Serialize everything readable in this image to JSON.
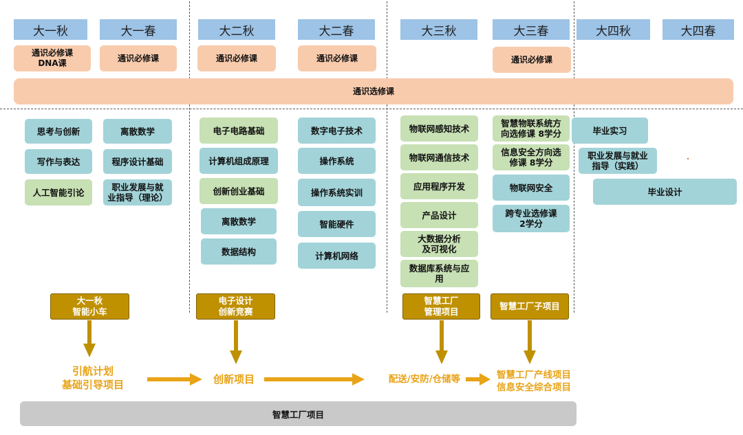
{
  "semesters": [
    "大一秋",
    "大一春",
    "大二秋",
    "大二春",
    "大三秋",
    "大三春",
    "大四秋",
    "大四春"
  ],
  "required_courses": [
    "通识必修课\nDNA课",
    "通识必修课",
    "通识必修课",
    "通识必修课",
    "通识必修课"
  ],
  "general_elective": "通识选修课",
  "courses": {
    "y1_fall": [
      "思考与创新",
      "写作与表达",
      "人工智能引论"
    ],
    "y1_spring": [
      "离散数学",
      "程序设计基础",
      "职业发展与就\n业指导（理论）"
    ],
    "y2_fall": [
      "电子电路基础",
      "计算机组成原理",
      "创新创业基础",
      "离散数学",
      "数据结构"
    ],
    "y2_spring": [
      "数字电子技术",
      "操作系统",
      "操作系统实训",
      "智能硬件",
      "计算机网络"
    ],
    "y3_fall": [
      "物联网感知技术",
      "物联网通信技术",
      "应用程序开发",
      "产品设计",
      "大数据分析\n及可视化",
      "数据库系统与应\n用"
    ],
    "y3_spring": [
      "智慧物联系统方\n向选修课 8学分",
      "信息安全方向选\n修课 8学分",
      "物联网安全",
      "跨专业选修课\n2学分"
    ],
    "y4_fall": [
      "毕业实习",
      "职业发展与就业\n指导（实践）",
      "毕业设计"
    ]
  },
  "projects": [
    "大一秋\n智能小车",
    "电子设计\n创新竞赛",
    "智慧工厂\n管理项目",
    "智慧工厂子项目"
  ],
  "flow": [
    "引航计划\n基础引导项目",
    "创新项目",
    "配送/安防/仓储等",
    "智慧工厂产线项目\n信息安全综合项目"
  ],
  "footer": "智慧工厂项目",
  "colors": {
    "semester": "#9dc3e6",
    "required": "#f8cbad",
    "elective": "#f8cbad",
    "course_teal": "#a2d3d8",
    "course_green": "#c7e0b4",
    "project": "#bf9000",
    "arrow": "#e8a317",
    "footer": "#c9c9c9"
  }
}
